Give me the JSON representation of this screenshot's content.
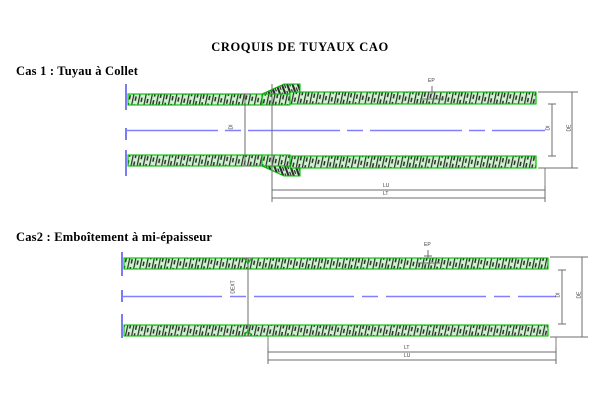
{
  "document": {
    "title": "CROQUIS DE TUYAUX CAO",
    "background_color": "#ffffff"
  },
  "colors": {
    "outline_green": "#00c000",
    "fill_green": "#ccf2cc",
    "hatch_dark": "#2b2b2b",
    "centerline_blue": "#8080ff",
    "edge_blue": "#7b7bf5",
    "dimension_gray": "#6e6e6e",
    "text_black": "#000000"
  },
  "figures": [
    {
      "id": "case-1",
      "caption": "Cas 1 : Tuyau à Collet",
      "description": "Tuyau à collet",
      "dimensions": {
        "inner_vertical": "DI",
        "thickness": "EP",
        "right_inner": "DI",
        "right_outer": "DE",
        "bottom_upper": "LU",
        "bottom_lower": "LT"
      }
    },
    {
      "id": "case-2",
      "caption": "Cas2 : Emboîtement à mi-épaisseur",
      "description": "Emboîtement à mi-épaisseur",
      "dimensions": {
        "inner_vertical": "DEXT",
        "thickness": "EP",
        "right_inner": "DI",
        "right_outer": "DE",
        "bottom_upper": "LT",
        "bottom_lower": "LU"
      }
    }
  ]
}
